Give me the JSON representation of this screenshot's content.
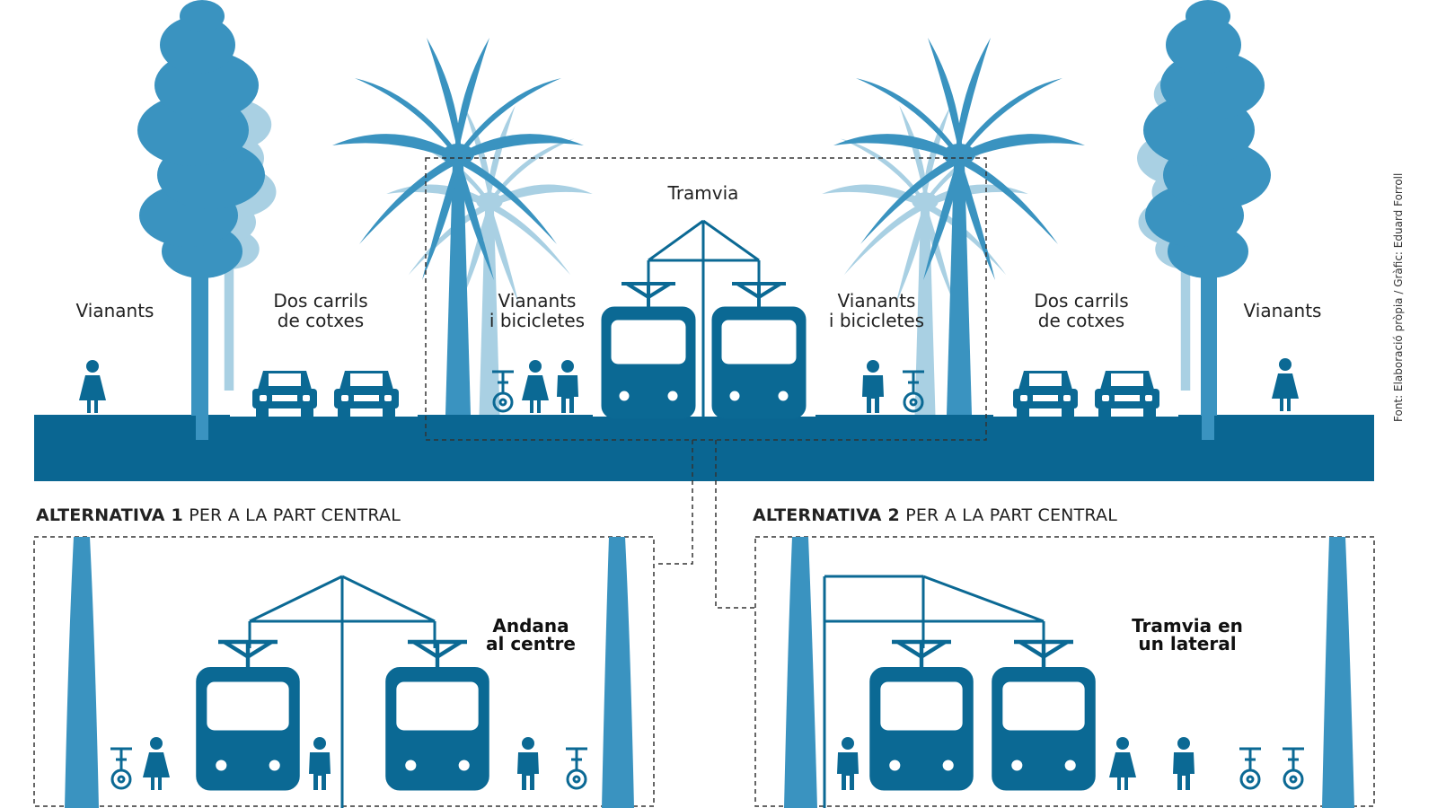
{
  "colors": {
    "dark_blue": "#0b6994",
    "mid_blue": "#3a93c0",
    "light_blue": "#a9d0e3",
    "road_blue": "#0a6692"
  },
  "top_section": {
    "tram_label": "Tramvia",
    "pedestrians_left": "Vianants",
    "pedestrians_right": "Vianants",
    "car_lanes_left": [
      "Dos carrils",
      "de cotxes"
    ],
    "car_lanes_right": [
      "Dos carrils",
      "de cotxes"
    ],
    "ped_bikes_left": [
      "Vianants",
      "i bicicletes"
    ],
    "ped_bikes_right": [
      "Vianants",
      "i bicicletes"
    ]
  },
  "alternative_1": {
    "heading_bold": "ALTERNATIVA 1",
    "heading_rest": " PER A LA PART CENTRAL",
    "title": [
      "Andana",
      "al centre"
    ]
  },
  "alternative_2": {
    "heading_bold": "ALTERNATIVA 2",
    "heading_rest": " PER A LA PART CENTRAL",
    "title": [
      "Tramvia en",
      "un lateral"
    ]
  },
  "credit": "Font: Elaboració pròpia / Gràfic: Eduard Forroll",
  "icons": [
    "tree-icon",
    "palm-tree-icon",
    "pedestrian-icon",
    "car-icon",
    "tram-icon",
    "bicycle-icon"
  ]
}
